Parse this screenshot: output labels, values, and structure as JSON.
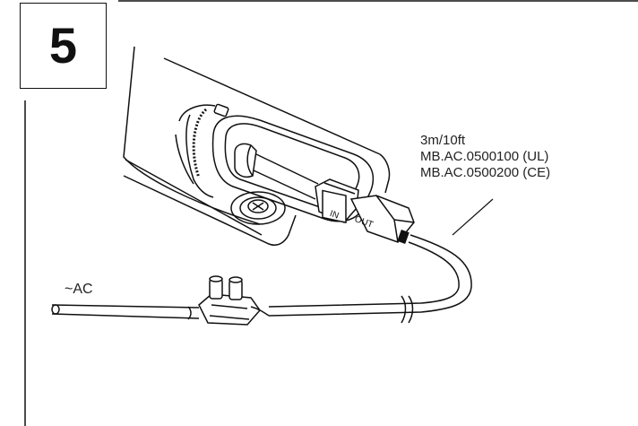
{
  "step": {
    "number": "5"
  },
  "cable_callout": {
    "length": "3m/10ft",
    "part_ul": "MB.AC.0500100 (UL)",
    "part_ce": "MB.AC.0500200 (CE)"
  },
  "connector": {
    "in_label": "IN",
    "out_label": "OUT"
  },
  "mains_label": "~AC",
  "colors": {
    "line": "#111111",
    "background": "#ffffff"
  }
}
